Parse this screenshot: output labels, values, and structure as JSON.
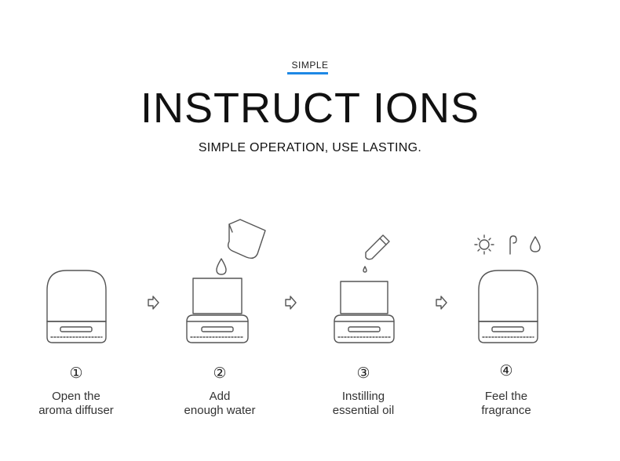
{
  "header": {
    "tag": "SIMPLE",
    "title": "INSTRUCT IONS",
    "subtitle": "SIMPLE OPERATION, USE LASTING."
  },
  "colors": {
    "accent": "#1e88e5",
    "stroke": "#555555"
  },
  "steps": [
    {
      "number": "①",
      "line1": "Open the",
      "line2": "aroma diffuser",
      "icon": "diffuser-icon"
    },
    {
      "number": "②",
      "line1": "Add",
      "line2": "enough water",
      "icon": "water-tank-icon"
    },
    {
      "number": "③",
      "line1": "Instilling",
      "line2": "essential oil",
      "icon": "oil-drop-icon"
    },
    {
      "number": "④",
      "line1": "Feel the",
      "line2": "fragrance",
      "icon": "diffuser-icon"
    }
  ]
}
